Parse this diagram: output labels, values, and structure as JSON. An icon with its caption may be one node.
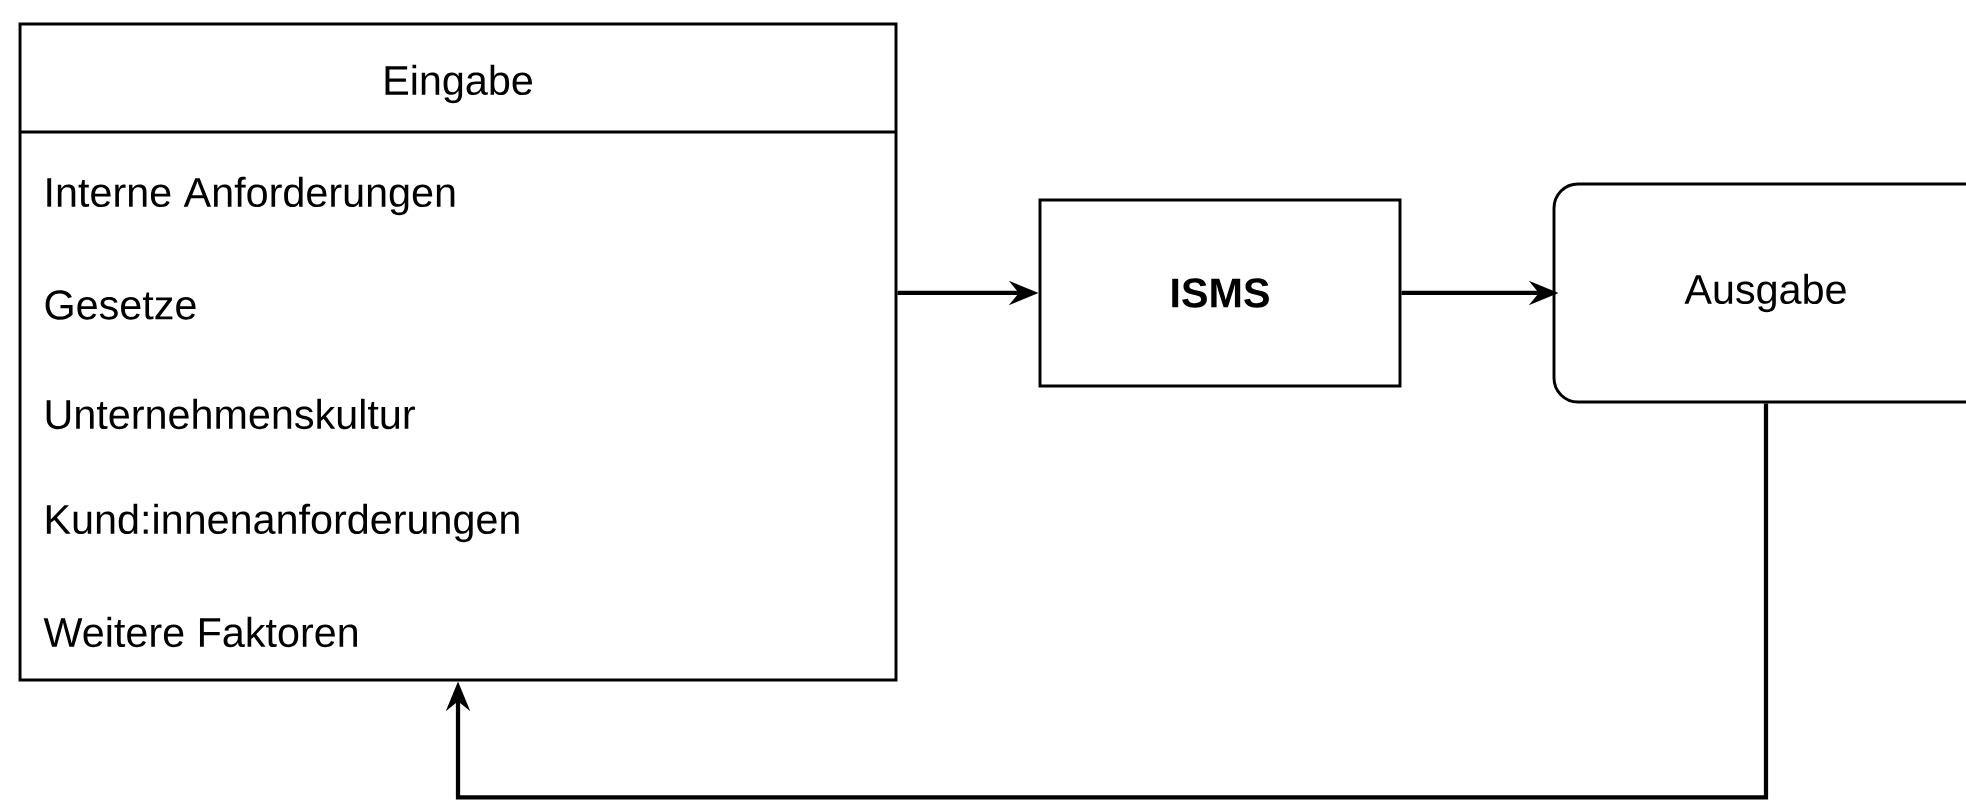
{
  "diagram": {
    "nodes": [
      {
        "text": [
          "Eingabe",
          "Interne Anforderungen",
          "Gesetze",
          "Unternehmenskultur",
          "Kund:innenanforderungen",
          "Weitere Faktoren"
        ]
      },
      {
        "text": [
          "**ISMS**"
        ]
      },
      {
        "text": [
          "Ausgabe"
        ]
      }
    ],
    "edges": [
      {
        "from": 0,
        "to": 1,
        "arrow": "to"
      },
      {
        "from": 1,
        "to": 2,
        "arrow": "to"
      },
      {
        "from": 2,
        "to": 0,
        "arrow": "to"
      }
    ]
  }
}
